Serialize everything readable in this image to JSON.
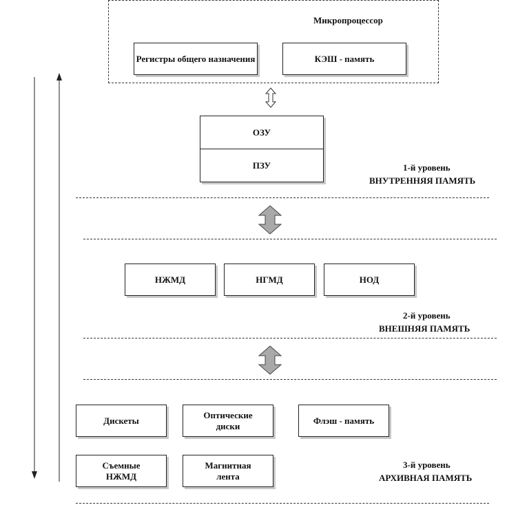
{
  "microprocessor": {
    "title": "Микропроцессор",
    "registers": "Регистры общего назначения",
    "cache": "КЭШ - память"
  },
  "level1": {
    "ozu": "ОЗУ",
    "pzu": "ПЗУ",
    "level_label": "1-й уровень",
    "level_name": "ВНУТРЕННЯЯ ПАМЯТЬ"
  },
  "level2": {
    "nzhmd": "НЖМД",
    "ngmd": "НГМД",
    "nod": "НОД",
    "level_label": "2-й уровень",
    "level_name": "ВНЕШНЯЯ ПАМЯТЬ"
  },
  "level3": {
    "diskety": "Дискеты",
    "optical": "Оптические диски",
    "flash": "Флэш - память",
    "removable": "Съемные НЖМД",
    "tape": "Магнитная лента",
    "level_label": "3-й уровень",
    "level_name": "АРХИВНАЯ ПАМЯТЬ"
  },
  "colors": {
    "arrow_fill": "#a9a9a9",
    "shadow": "#c8c8c8"
  },
  "icons": {
    "side_arrows": "up-down-arrows-icon",
    "level_arrow": "double-arrow-icon"
  }
}
